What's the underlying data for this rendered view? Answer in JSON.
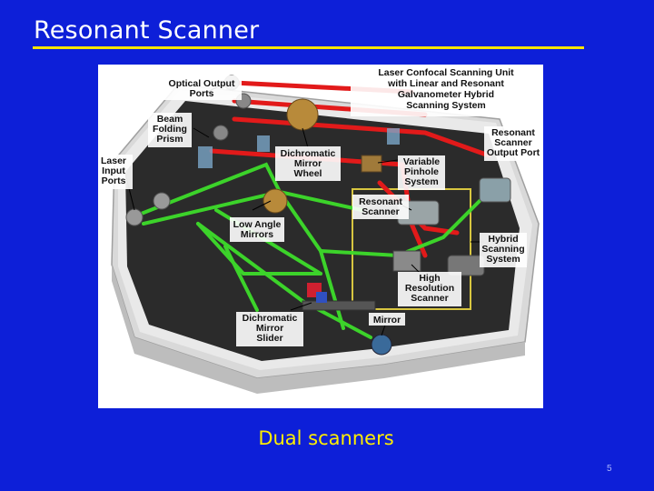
{
  "slide": {
    "title": "Resonant Scanner",
    "caption": "Dual scanners",
    "page_number": "5"
  },
  "figure": {
    "labels": {
      "optical_output_ports": [
        "Optical Output",
        "Ports"
      ],
      "laser_confocal": [
        "Laser Confocal Scanning Unit",
        "with Linear and Resonant",
        "Galvanometer Hybrid",
        "Scanning System"
      ],
      "beam_folding_prism": [
        "Beam",
        "Folding",
        "Prism"
      ],
      "resonant_scanner_output_port": [
        "Resonant",
        "Scanner",
        "Output Port"
      ],
      "laser_input_ports": [
        "Laser",
        "Input",
        "Ports"
      ],
      "dichromatic_mirror_wheel": [
        "Dichromatic",
        "Mirror",
        "Wheel"
      ],
      "variable_pinhole_system": [
        "Variable",
        "Pinhole",
        "System"
      ],
      "resonant_scanner": [
        "Resonant",
        "Scanner"
      ],
      "low_angle_mirrors": [
        "Low Angle",
        "Mirrors"
      ],
      "hybrid_scanning_system": [
        "Hybrid",
        "Scanning",
        "System"
      ],
      "high_resolution_scanner": [
        "High",
        "Resolution",
        "Scanner"
      ],
      "dichromatic_mirror_slider": [
        "Dichromatic",
        "Mirror",
        "Slider"
      ],
      "mirror": [
        "Mirror"
      ]
    },
    "colors": {
      "red_beam": "#e21a1a",
      "green_beam": "#3ddc2a",
      "housing": "#dcdcdc",
      "floor": "#2a2a2a",
      "highlight_box": "#d8c640"
    }
  }
}
